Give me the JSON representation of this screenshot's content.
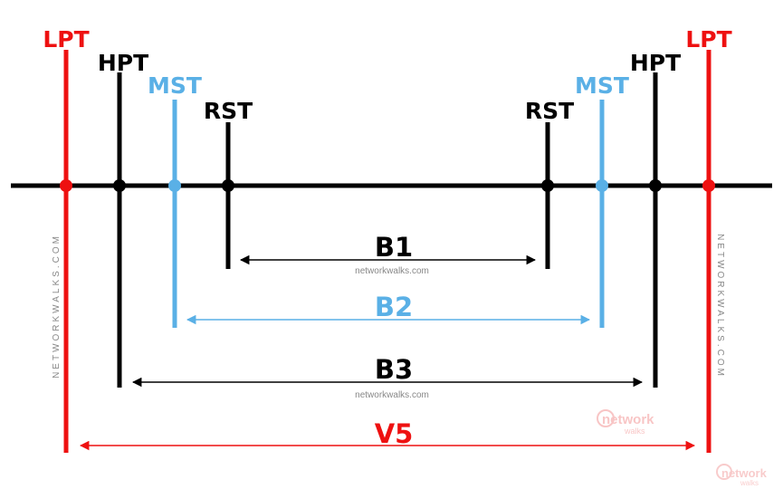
{
  "labels": {
    "lpt": "LPT",
    "hpt": "HPT",
    "mst": "MST",
    "rst": "RST"
  },
  "spans": {
    "b1": "B1",
    "b2": "B2",
    "b3": "B3",
    "v5": "V5"
  },
  "watermarks": {
    "site_small": "networkwalks.com",
    "site_vertical": "NETWORKWALKS.COM",
    "logo_text": "network",
    "logo_sub": "walks"
  },
  "colors": {
    "red": "#ee1111",
    "black": "#000000",
    "blue": "#5ab0e6",
    "watermark": "#888888",
    "logo": "#f08080"
  }
}
